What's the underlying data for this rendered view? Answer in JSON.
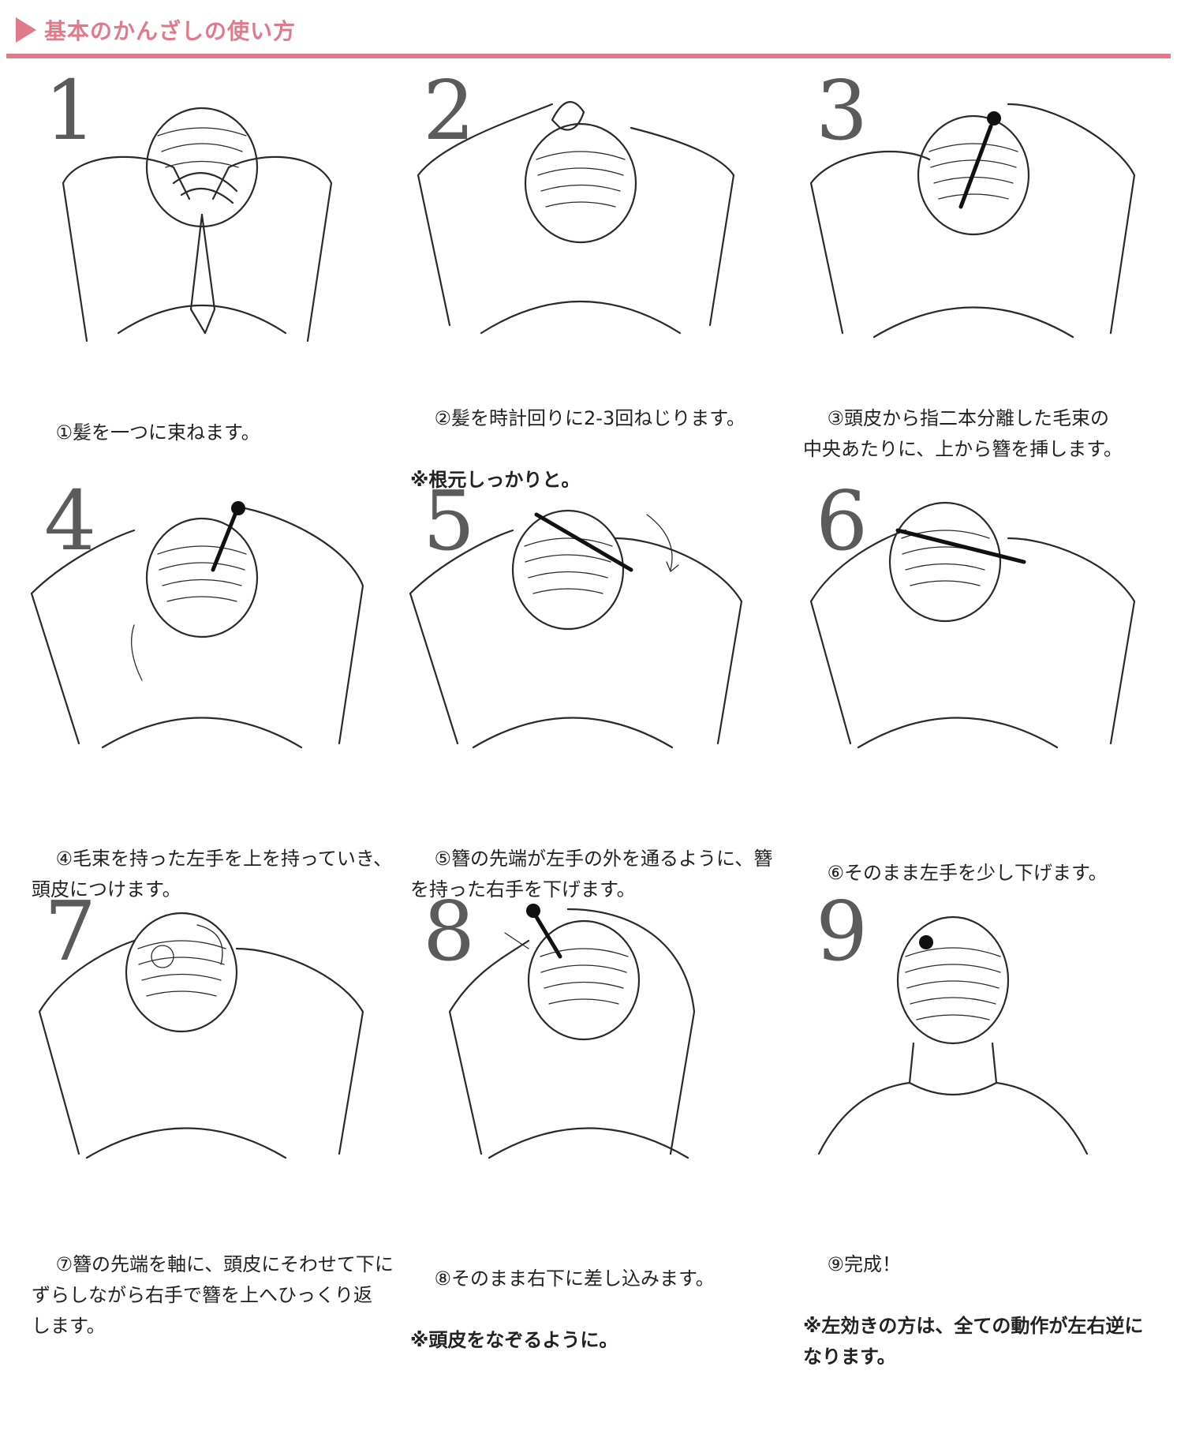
{
  "header": {
    "title": "基本のかんざしの使い方",
    "accent_color": "#e07a8a"
  },
  "steps": [
    {
      "number": "1",
      "text": "①髪を一つに束ねます。",
      "bold": ""
    },
    {
      "number": "2",
      "text": "②髪を時計回りに2-3回ねじります。",
      "bold": "※根元しっかりと。"
    },
    {
      "number": "3",
      "text": "③頭皮から指二本分離した毛束の\n中央あたりに、上から簪を挿します。",
      "bold": ""
    },
    {
      "number": "4",
      "text": "④毛束を持った左手を上を持っていき、\n頭皮につけます。",
      "bold": ""
    },
    {
      "number": "5",
      "text": "⑤簪の先端が左手の外を通るように、簪\nを持った右手を下げます。",
      "bold": ""
    },
    {
      "number": "6",
      "text": "⑥そのまま左手を少し下げます。",
      "bold": ""
    },
    {
      "number": "7",
      "text": "⑦簪の先端を軸に、頭皮にそわせて下に\nずらしながら右手で簪を上へひっくり返\nします。",
      "bold": ""
    },
    {
      "number": "8",
      "text": "⑧そのまま右下に差し込みます。",
      "bold": "※頭皮をなぞるように。"
    },
    {
      "number": "9",
      "text": "⑨完成！",
      "bold": "※左効きの方は、全ての動作が左右逆に\nなります。"
    }
  ]
}
